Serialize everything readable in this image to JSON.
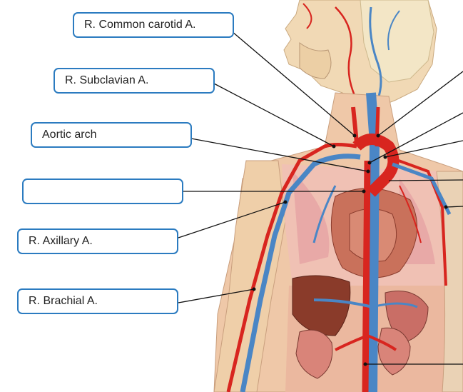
{
  "labels": {
    "common_carotid": "R. Common carotid A.",
    "subclavian": "R. Subclavian A.",
    "aortic_arch": "Aortic arch",
    "blank": "",
    "axillary": "R. Axillary A.",
    "brachial": "R. Brachial A."
  },
  "colors": {
    "label_border": "#2b7bc0",
    "artery": "#d8251f",
    "vein": "#4a86c5",
    "skin": "#efc8a8",
    "leader_line": "#111111"
  }
}
